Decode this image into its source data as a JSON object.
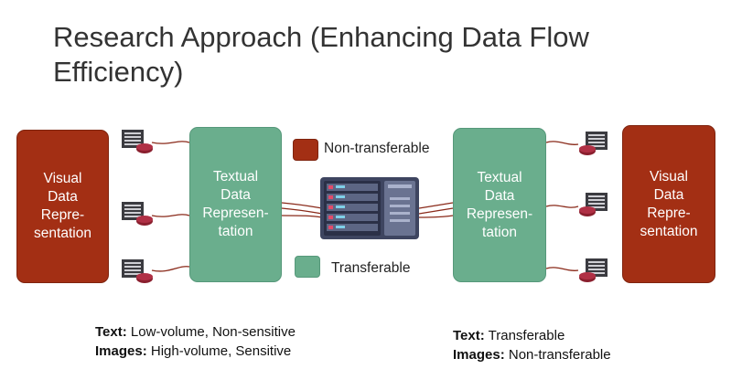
{
  "title": "Research Approach (Enhancing Data Flow Efficiency)",
  "left_visual_box": "Visual\nData\nRepre-\nsentation",
  "left_textual_box": "Textual\nData\nRepresen-\ntation",
  "right_textual_box": "Textual\nData\nRepresen-\ntation",
  "right_visual_box": "Visual\nData\nRepre-\nsentation",
  "legend": {
    "non_transferable": "Non-transferable",
    "transferable": "Transferable",
    "non_transferable_color": "#a32f14",
    "transferable_color": "#6aae8d"
  },
  "left_caption": {
    "line1_label": "Text:",
    "line1_value": " Low-volume, Non-sensitive",
    "line2_label": "Images:",
    "line2_value": " High-volume, Sensitive"
  },
  "right_caption": {
    "line1_label": "Text:",
    "line1_value": " Transferable",
    "line2_label": "Images:",
    "line2_value": " Non-transferable"
  },
  "icons": {
    "client": "server-terminal-icon",
    "center": "server-rack-icon"
  }
}
